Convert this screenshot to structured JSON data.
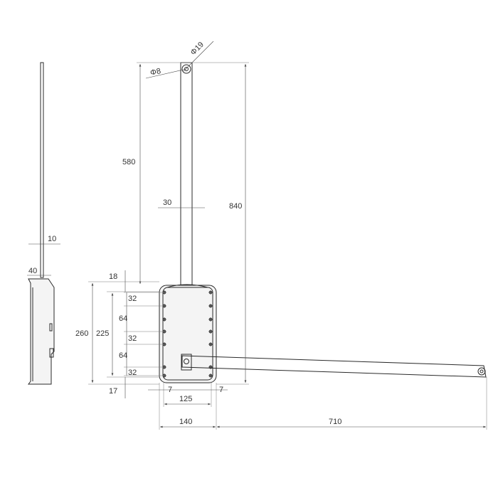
{
  "dimensions": {
    "d19": "Φ19",
    "d8": "Φ8",
    "h580": "580",
    "h840": "840",
    "w30": "30",
    "w10": "10",
    "w40": "40",
    "h18": "18",
    "h260": "260",
    "h225": "225",
    "s32a": "32",
    "s64a": "64",
    "s32b": "32",
    "s64b": "64",
    "s32c": "32",
    "h17": "17",
    "w7a": "7",
    "w7b": "7",
    "w125": "125",
    "w140": "140",
    "w710": "710"
  },
  "colors": {
    "line": "#2a2a2a",
    "dimension": "#4a4a4a"
  }
}
